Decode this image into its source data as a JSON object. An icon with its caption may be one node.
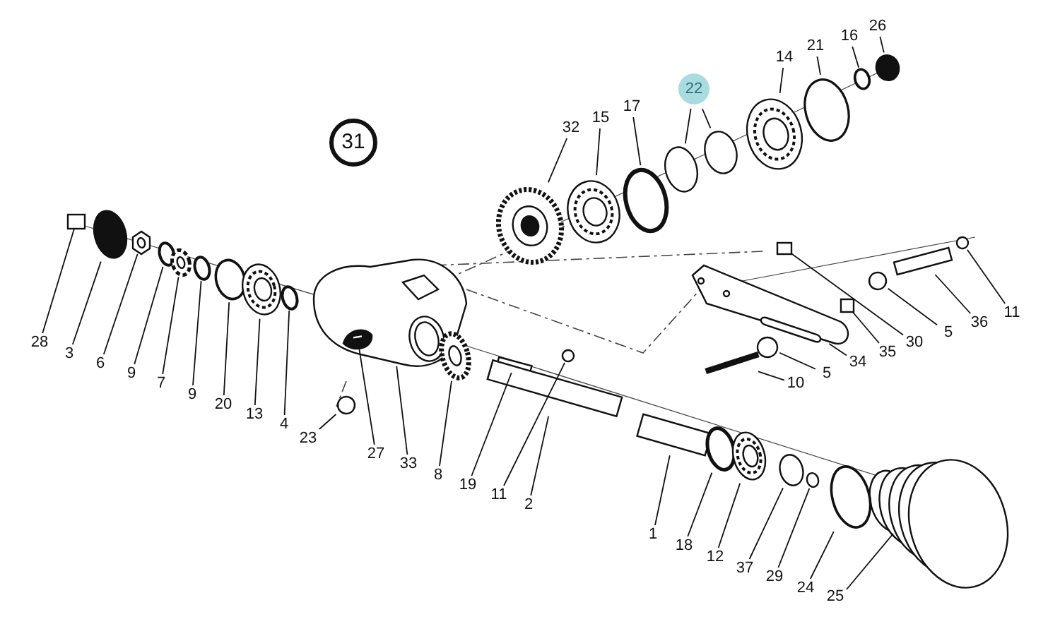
{
  "diagram": {
    "nodes": [
      {
        "text": [
          "31"
        ]
      },
      {
        "text": [
          "26"
        ]
      },
      {
        "text": [
          "16"
        ]
      },
      {
        "text": [
          "21"
        ]
      },
      {
        "text": [
          "14"
        ]
      },
      {
        "text": [
          "22"
        ]
      },
      {
        "text": [
          "17"
        ]
      },
      {
        "text": [
          "15"
        ]
      },
      {
        "text": [
          "32"
        ]
      },
      {
        "text": [
          "11"
        ]
      },
      {
        "text": [
          "36"
        ]
      },
      {
        "text": [
          "5"
        ]
      },
      {
        "text": [
          "30"
        ]
      },
      {
        "text": [
          "35"
        ]
      },
      {
        "text": [
          "34"
        ]
      },
      {
        "text": [
          "5"
        ]
      },
      {
        "text": [
          "10"
        ]
      },
      {
        "text": [
          "28"
        ]
      },
      {
        "text": [
          "3"
        ]
      },
      {
        "text": [
          "6"
        ]
      },
      {
        "text": [
          "9"
        ]
      },
      {
        "text": [
          "7"
        ]
      },
      {
        "text": [
          "9"
        ]
      },
      {
        "text": [
          "20"
        ]
      },
      {
        "text": [
          "13"
        ]
      },
      {
        "text": [
          "4"
        ]
      },
      {
        "text": [
          "23"
        ]
      },
      {
        "text": [
          "27"
        ]
      },
      {
        "text": [
          "33"
        ]
      },
      {
        "text": [
          "8"
        ]
      },
      {
        "text": [
          "19"
        ]
      },
      {
        "text": [
          "11"
        ]
      },
      {
        "text": [
          "2"
        ]
      },
      {
        "text": [
          "1"
        ]
      },
      {
        "text": [
          "18"
        ]
      },
      {
        "text": [
          "12"
        ]
      },
      {
        "text": [
          "37"
        ]
      },
      {
        "text": [
          "29"
        ]
      },
      {
        "text": [
          "24"
        ]
      },
      {
        "text": [
          "25"
        ]
      },
      {
        "text": [],
        "shape": "circle"
      },
      {
        "text": [],
        "shape": "circle"
      },
      {
        "text": [],
        "shape": "circle"
      },
      {
        "text": [],
        "shape": "picture"
      },
      {
        "text": [],
        "shape": "circle"
      },
      {
        "text": [],
        "shape": "circle"
      },
      {
        "text": [],
        "shape": "circle"
      },
      {
        "text": [],
        "shape": "picture"
      },
      {
        "text": [],
        "shape": "picture"
      },
      {
        "text": [],
        "shape": "circle"
      },
      {
        "text": [],
        "shape": "box"
      },
      {
        "text": [],
        "shape": "circle"
      },
      {
        "text": [],
        "shape": "box"
      },
      {
        "text": [],
        "shape": "box"
      },
      {
        "text": [],
        "shape": "picture"
      },
      {
        "text": [],
        "shape": "circle"
      },
      {
        "text": [],
        "shape": "box"
      },
      {
        "text": [],
        "shape": "box"
      },
      {
        "text": [],
        "shape": "circle"
      },
      {
        "text": [],
        "shape": "picture"
      },
      {
        "text": [],
        "shape": "circle"
      },
      {
        "text": [],
        "shape": "picture"
      },
      {
        "text": [],
        "shape": "circle"
      },
      {
        "text": [],
        "shape": "circle"
      },
      {
        "text": [],
        "shape": "picture"
      },
      {
        "text": [],
        "shape": "circle"
      },
      {
        "text": [],
        "shape": "circle"
      },
      {
        "text": [],
        "shape": "picture",
        "in": 68
      },
      {
        "text": [],
        "shape": "picture"
      },
      {
        "text": [],
        "shape": "picture"
      },
      {
        "text": [],
        "shape": "box"
      },
      {
        "text": [],
        "shape": "circle"
      },
      {
        "text": [],
        "shape": "box"
      },
      {
        "text": [],
        "shape": "box"
      },
      {
        "text": [],
        "shape": "circle"
      },
      {
        "text": [],
        "shape": "picture"
      },
      {
        "text": [],
        "shape": "circle"
      },
      {
        "text": [],
        "shape": "circle"
      },
      {
        "text": [],
        "shape": "circle"
      },
      {
        "text": [],
        "shape": "picture"
      }
    ],
    "edges": [
      {
        "from": 1,
        "to": 40,
        "arrow": "none"
      },
      {
        "from": 2,
        "to": 41,
        "arrow": "none"
      },
      {
        "from": 3,
        "to": 42,
        "arrow": "none"
      },
      {
        "from": 4,
        "to": 43,
        "arrow": "none"
      },
      {
        "from": 5,
        "to": 44,
        "arrow": "none"
      },
      {
        "from": 5,
        "to": 45,
        "arrow": "none"
      },
      {
        "from": 6,
        "to": 46,
        "arrow": "none"
      },
      {
        "from": 7,
        "to": 47,
        "arrow": "none"
      },
      {
        "from": 8,
        "to": 48,
        "arrow": "none"
      },
      {
        "from": 9,
        "to": 49,
        "arrow": "none"
      },
      {
        "from": 10,
        "to": 50,
        "arrow": "none"
      },
      {
        "from": 11,
        "to": 51,
        "arrow": "none"
      },
      {
        "from": 12,
        "to": 52,
        "arrow": "none"
      },
      {
        "from": 13,
        "to": 53,
        "arrow": "none"
      },
      {
        "from": 14,
        "to": 54,
        "arrow": "none"
      },
      {
        "from": 15,
        "to": 55,
        "arrow": "none"
      },
      {
        "from": 16,
        "to": 56,
        "arrow": "none"
      },
      {
        "from": 17,
        "to": 57,
        "arrow": "none"
      },
      {
        "from": 18,
        "to": 58,
        "arrow": "none"
      },
      {
        "from": 19,
        "to": 59,
        "arrow": "none"
      },
      {
        "from": 20,
        "to": 60,
        "arrow": "none"
      },
      {
        "from": 21,
        "to": 61,
        "arrow": "none"
      },
      {
        "from": 22,
        "to": 62,
        "arrow": "none"
      },
      {
        "from": 23,
        "to": 63,
        "arrow": "none"
      },
      {
        "from": 24,
        "to": 64,
        "arrow": "none"
      },
      {
        "from": 25,
        "to": 65,
        "arrow": "none"
      },
      {
        "from": 26,
        "to": 66,
        "arrow": "none"
      },
      {
        "from": 27,
        "to": 67,
        "arrow": "none"
      },
      {
        "from": 28,
        "to": 68,
        "arrow": "none"
      },
      {
        "from": 29,
        "to": 69,
        "arrow": "none"
      },
      {
        "from": 30,
        "to": 70,
        "arrow": "none"
      },
      {
        "from": 31,
        "to": 71,
        "arrow": "none"
      },
      {
        "from": 32,
        "to": 72,
        "arrow": "none"
      },
      {
        "from": 33,
        "to": 73,
        "arrow": "none"
      },
      {
        "from": 34,
        "to": 74,
        "arrow": "none"
      },
      {
        "from": 35,
        "to": 75,
        "arrow": "none"
      },
      {
        "from": 36,
        "to": 76,
        "arrow": "none"
      },
      {
        "from": 37,
        "to": 77,
        "arrow": "none"
      },
      {
        "from": 38,
        "to": 78,
        "arrow": "none"
      },
      {
        "from": 39,
        "to": 79,
        "arrow": "none"
      }
    ]
  }
}
